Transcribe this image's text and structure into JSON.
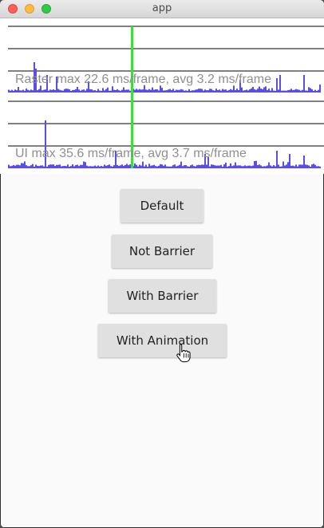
{
  "window": {
    "title": "app"
  },
  "perf_overlay": {
    "raster": {
      "text": "Raster  max 22.6 ms/frame, avg 3.2 ms/frame"
    },
    "ui": {
      "text": "UI  max 35.6 ms/frame, avg 3.7 ms/frame"
    },
    "colors": {
      "bars": "#5b4fe3",
      "marker": "#2ee82e",
      "lines": "#000000"
    }
  },
  "buttons": {
    "default": "Default",
    "not_barrier": "Not Barrier",
    "with_barrier": "With Barrier",
    "with_animation": "With Animation"
  },
  "cursor": {
    "icon": "hand-pointer-icon"
  }
}
